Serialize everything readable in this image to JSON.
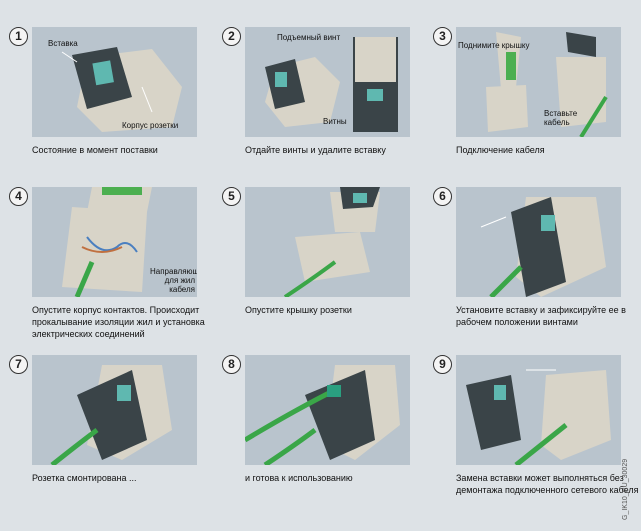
{
  "steps": [
    {
      "number": "1",
      "caption": "Состояние в момент поставки",
      "labels": [
        "Вставка",
        "Корпус розетки"
      ]
    },
    {
      "number": "2",
      "caption": "Отдайте винты и удалите вставку",
      "labels": [
        "Подъемный винт",
        "Витны"
      ]
    },
    {
      "number": "3",
      "caption": "Подключение кабеля",
      "labels": [
        "Поднимите крышку",
        "Вставьте кабель"
      ]
    },
    {
      "number": "4",
      "caption": "Опустите корпус контактов. Происходит прокалывание изоляции жил и установка электрических соединений",
      "labels": [
        "Направляющие для жил кабеля"
      ]
    },
    {
      "number": "5",
      "caption": "Опустите крышку розетки",
      "labels": []
    },
    {
      "number": "6",
      "caption": "Установите вставку и зафиксируйте ее в рабочем положении винтами",
      "labels": []
    },
    {
      "number": "7",
      "caption": "Розетка смонтирована ...",
      "labels": []
    },
    {
      "number": "8",
      "caption": "и готова к использованию",
      "labels": []
    },
    {
      "number": "9",
      "caption": "Замена вставки может выполняться без демонтажа подключенного сетевого кабеля",
      "labels": []
    }
  ],
  "watermark": "G_IK10_RU_30029",
  "colors": {
    "background": "#dde2e6",
    "panel": "#b9c4cd",
    "cable": "#3aa648",
    "insert": "#3a4448",
    "socket": "#5fb8b0",
    "housing": "#d8d4c8"
  }
}
